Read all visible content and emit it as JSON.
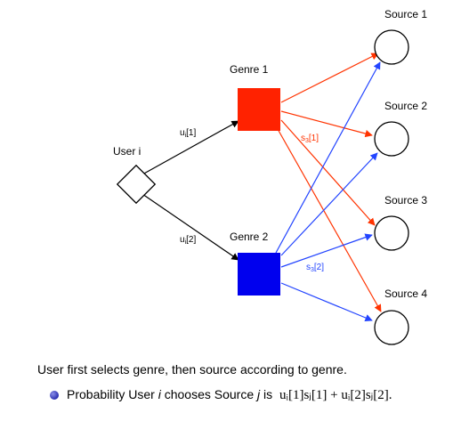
{
  "nodes": {
    "user": "User i",
    "genre1": "Genre 1",
    "genre2": "Genre 2",
    "sources": [
      "Source 1",
      "Source 2",
      "Source 3",
      "Source 4"
    ]
  },
  "edge_labels": {
    "u1_base": "u",
    "u1_sub": "i",
    "u1_idx": "[1]",
    "u2_base": "u",
    "u2_sub": "i",
    "u2_idx": "[2]",
    "s1_base": "s",
    "s1_sub": "3",
    "s1_idx": "[1]",
    "s2_base": "s",
    "s2_sub": "3",
    "s2_idx": "[2]"
  },
  "text": {
    "caption": "User first selects genre, then source according to genre.",
    "bullet_prefix": "Probability User ",
    "bullet_i": "i",
    "bullet_mid": " chooses Source ",
    "bullet_j": "j",
    "bullet_is": " is ",
    "formula": "uᵢ[1]sⱼ[1] + uᵢ[2]sⱼ[2]."
  },
  "colors": {
    "genre1": "#ff2200",
    "genre2": "#0000ee",
    "red_edges": "#ff3300",
    "blue_edges": "#2244ff"
  }
}
